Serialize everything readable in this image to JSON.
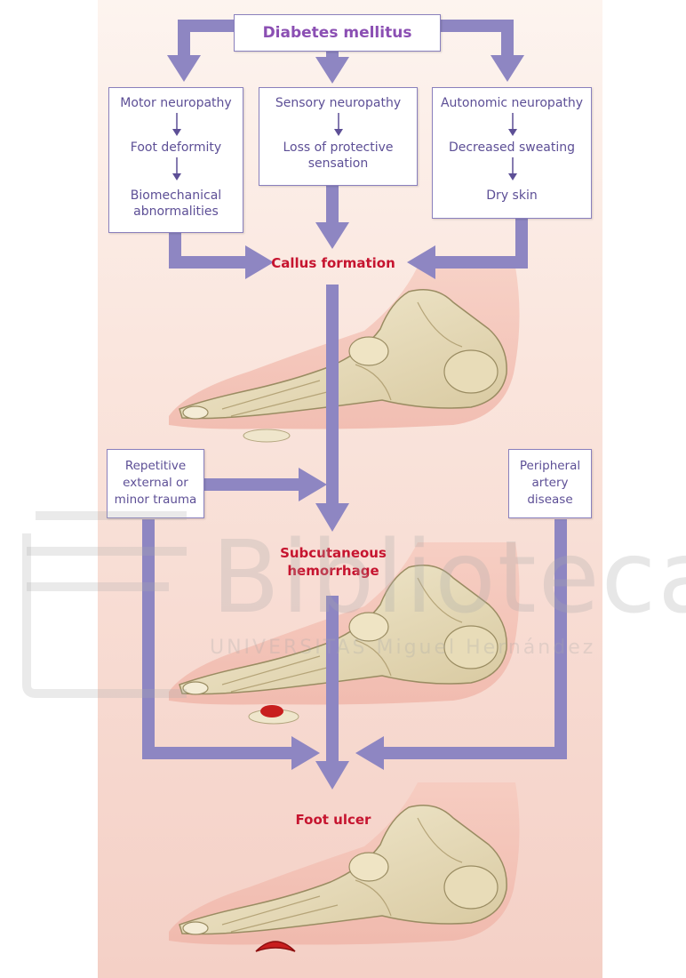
{
  "root": "Diabetes mellitus",
  "columns": [
    {
      "steps": [
        "Motor neuropathy",
        "Foot deformity",
        "Biomechanical\nabnormalities"
      ]
    },
    {
      "steps": [
        "Sensory neuropathy",
        "Loss of protective\nsensation"
      ]
    },
    {
      "steps": [
        "Autonomic neuropathy",
        "Decreased sweating",
        "Dry skin"
      ]
    }
  ],
  "stages": {
    "callus": "Callus formation",
    "hemorrhage": "Subcutaneous\nhemorrhage",
    "ulcer": "Foot ulcer"
  },
  "side_factors": {
    "left": "Repetitive\nexternal or\nminor trauma",
    "right": "Peripheral\nartery\ndisease"
  },
  "watermark": {
    "main": "Biblioteca",
    "sub": "UNIVERSITAS Miguel Hernández"
  },
  "colors": {
    "arrow": "#8e86c2",
    "box_border": "#8a80bd",
    "box_text": "#5d4f96",
    "title_text": "#8b4fb3",
    "stage_text": "#c6142f",
    "lesion": "#c81e1e"
  }
}
